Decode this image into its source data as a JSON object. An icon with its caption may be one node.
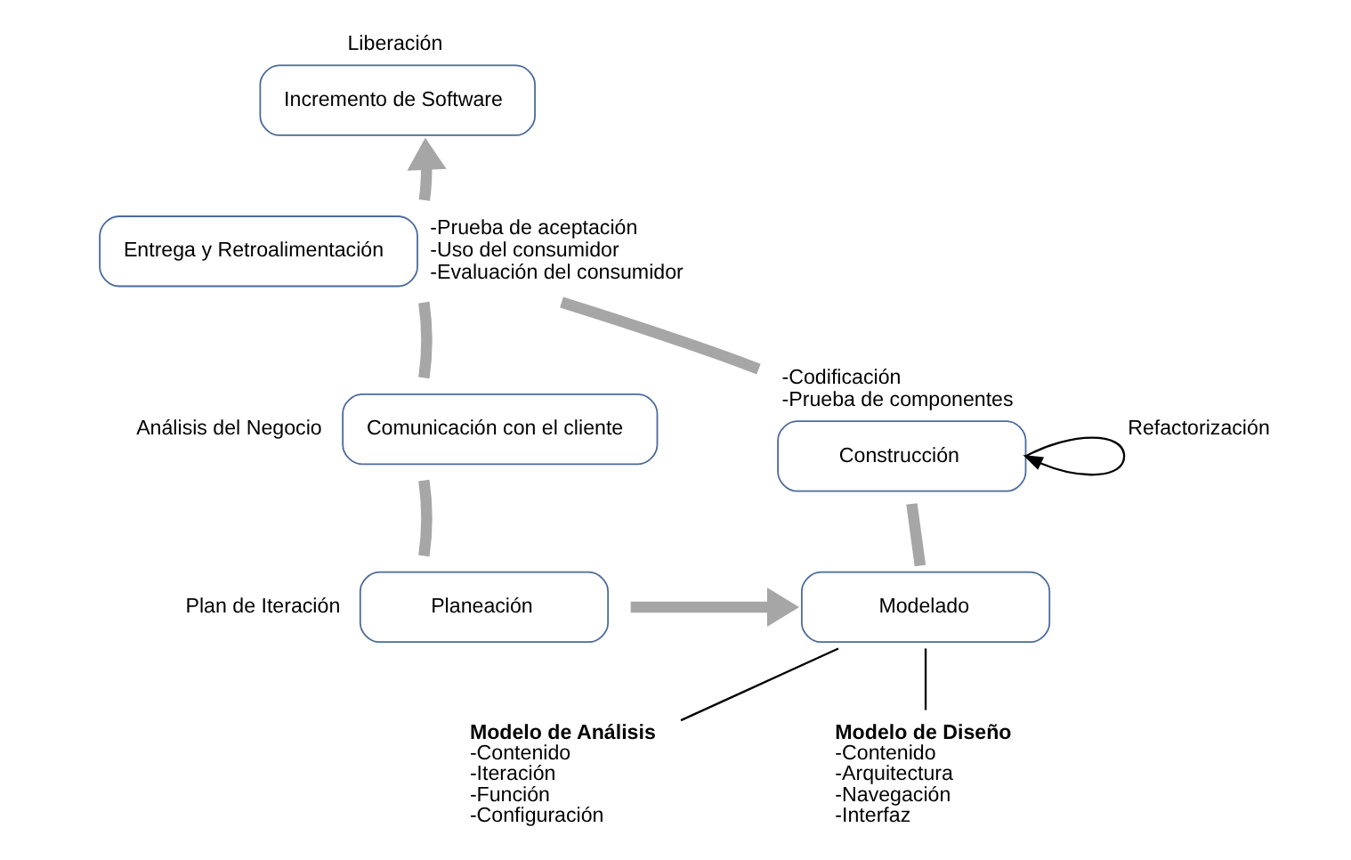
{
  "diagram": {
    "nodes": [
      {
        "text": [
          "Incremento de Software"
        ],
        "beside": [
          "Liberación"
        ]
      },
      {
        "text": [
          "Entrega y Retroalimentación"
        ],
        "beside": [
          "-Prueba de aceptación",
          "-Uso del consumidor",
          "-Evaluación del consumidor"
        ]
      },
      {
        "text": [
          "Comunicación con el cliente"
        ],
        "beside": [
          "Análisis del Negocio"
        ]
      },
      {
        "text": [
          "Construcción"
        ],
        "beside": [
          "-Codificación",
          "-Prueba de componentes"
        ]
      },
      {
        "text": [
          "Planeación"
        ],
        "beside": [
          "Plan de Iteración"
        ]
      },
      {
        "text": [
          "Modelado"
        ]
      },
      {
        "text": [
          "Modelo de Análisis",
          "-Contenido",
          "-Iteración",
          "-Función",
          "-Configuración"
        ]
      },
      {
        "text": [
          "Modelo de Diseño",
          "-Contenido",
          "-Arquitectura",
          "-Navegación",
          "-Interfaz"
        ]
      }
    ],
    "edges": [
      {
        "from": 1,
        "to": 0,
        "arrow": "to"
      },
      {
        "from": 1,
        "to": 2,
        "arrow": "none"
      },
      {
        "from": 2,
        "to": 4,
        "arrow": "none"
      },
      {
        "from": 4,
        "to": 5,
        "arrow": "to"
      },
      {
        "from": 5,
        "to": 3,
        "arrow": "none"
      },
      {
        "from": 3,
        "to": 1,
        "arrow": "none"
      },
      {
        "from": 3,
        "to": 3,
        "arrow": "to",
        "label": "Refactorización",
        "color": "#000000"
      },
      {
        "from": 5,
        "to": 6,
        "arrow": "none",
        "color": "#000000"
      },
      {
        "from": 5,
        "to": 7,
        "arrow": "none",
        "color": "#000000"
      }
    ]
  }
}
